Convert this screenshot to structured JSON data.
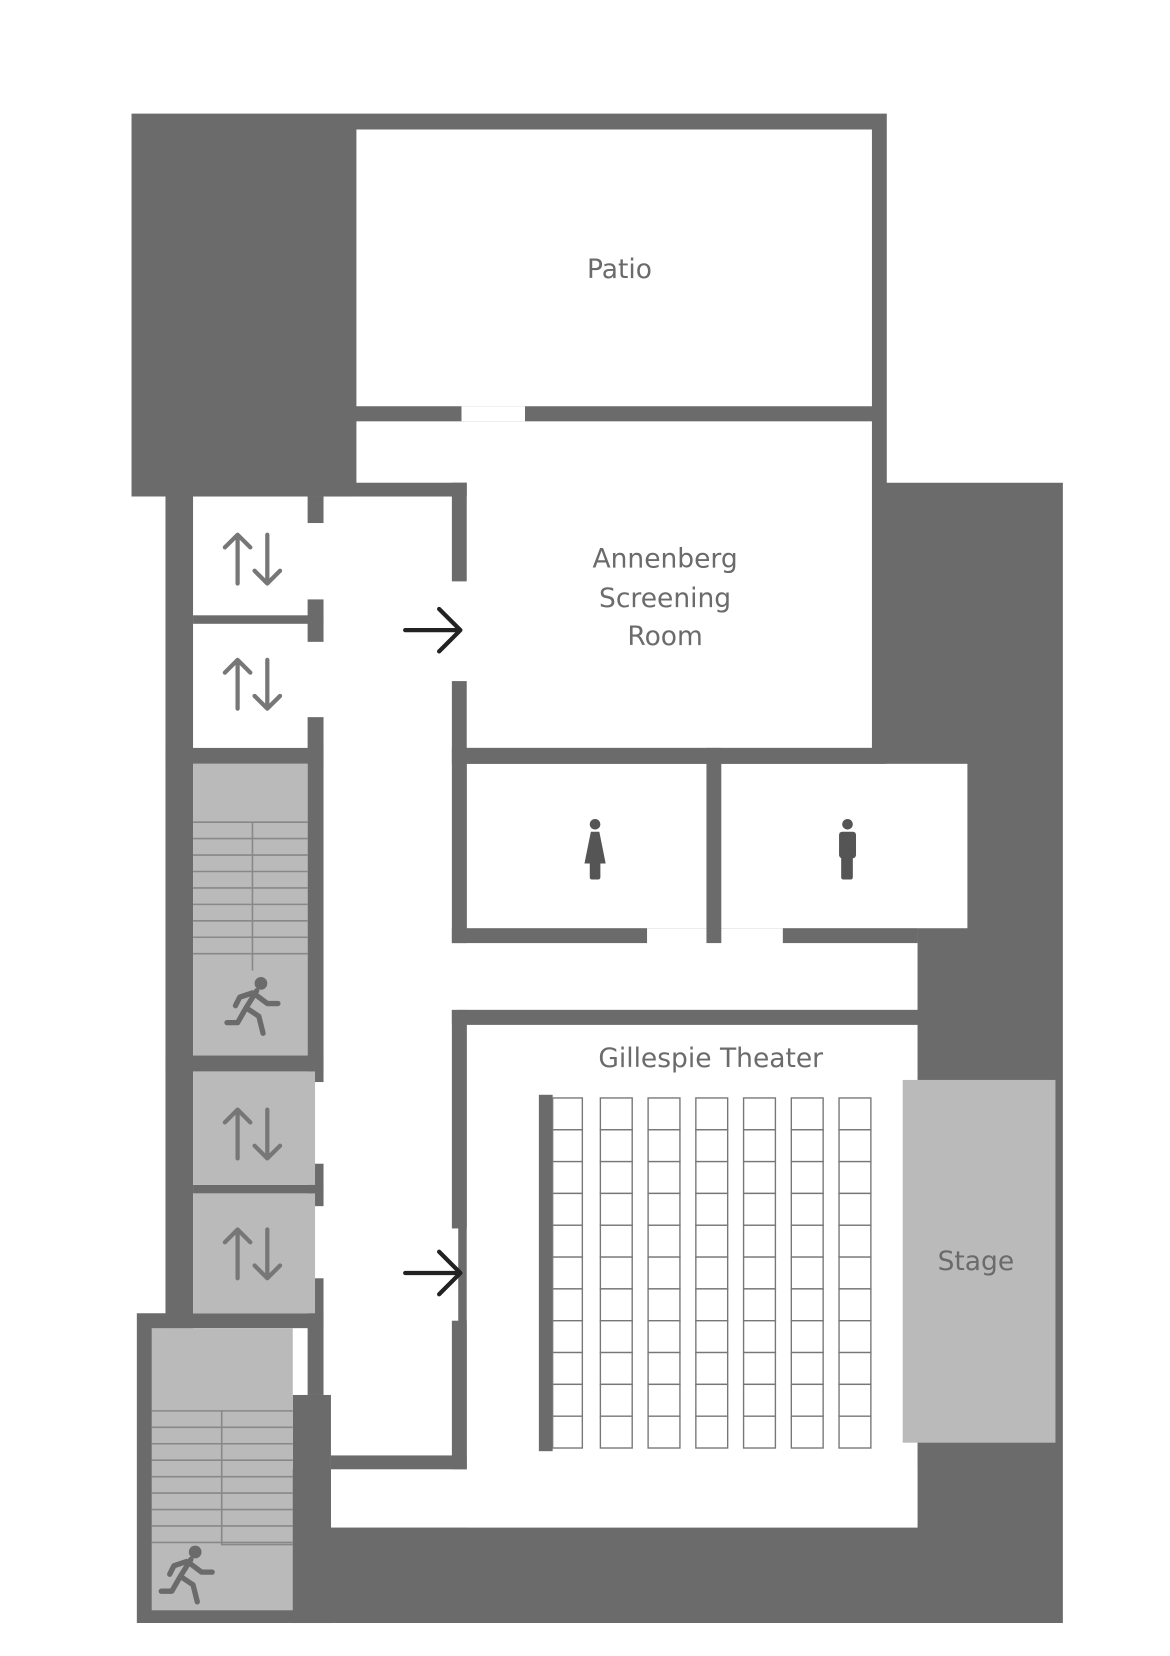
{
  "rooms": {
    "patio": "Patio",
    "screening_line1": "Annenberg",
    "screening_line2": "Screening",
    "screening_line3": "Room",
    "theater": "Gillespie Theater",
    "stage": "Stage"
  },
  "icons": {
    "elevator": "up-down-arrows-icon",
    "exit": "running-person-exit-icon",
    "womens_restroom": "woman-icon",
    "mens_restroom": "man-icon",
    "entrance": "arrow-right-icon"
  },
  "theater_seating": {
    "seat_columns": 7,
    "seat_rows": 11
  },
  "colors": {
    "walls": "#6b6b6b",
    "stairs_stage": "#bababa",
    "floor": "#ffffff"
  }
}
